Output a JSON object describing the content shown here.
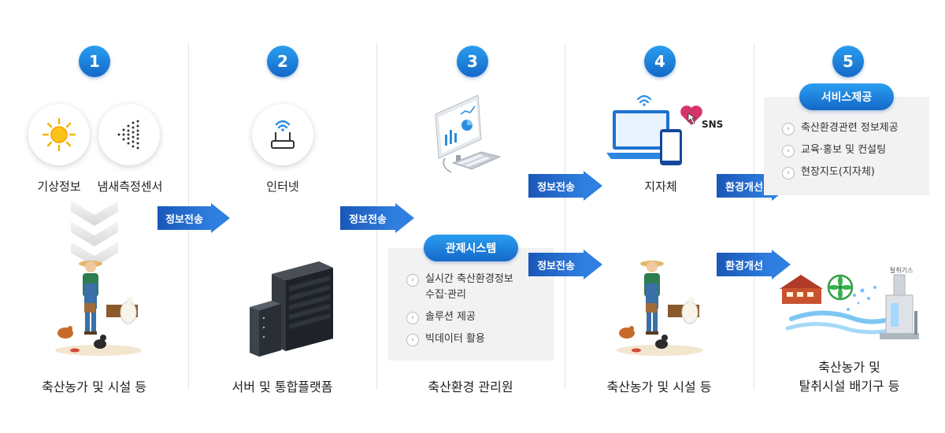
{
  "steps": [
    {
      "num": "1",
      "labels": [
        "기상정보",
        "냄새측정센서"
      ],
      "bottom": "축산농가 및 시설 등"
    },
    {
      "num": "2",
      "labels": [
        "인터넷"
      ],
      "bottom": "서버 및 통합플랫폼"
    },
    {
      "num": "3",
      "bottom": "축산환경 관리원",
      "box": {
        "title": "관제시스템",
        "items": [
          "실시간 축산환경정보\n수집·관리",
          "솔루션 제공",
          "빅데이터 활용"
        ]
      }
    },
    {
      "num": "4",
      "labels": [
        "지자체"
      ],
      "sns": "SNS",
      "bottom": "축산농가 및 시설 등"
    },
    {
      "num": "5",
      "bottom": "축산농가 및\n탈취시설 배기구 등",
      "box": {
        "title": "서비스제공",
        "items": [
          "축산환경관련 정보제공",
          "교육·홍보 및 컨설팅",
          "현장지도(지자체)"
        ]
      },
      "equipment_label": "탈취기스"
    }
  ],
  "arrows": {
    "a1": "정보전송",
    "a2": "정보전송",
    "a3": "정보전송",
    "a4": "정보전송",
    "a5": "환경개선",
    "a6": "환경개선"
  },
  "colors": {
    "accent": "#1a6fd0",
    "arrow": "#1f62c4",
    "box": "#f2f2f2"
  },
  "icons": [
    "sun-icon",
    "sensor-wave-icon",
    "wifi-router-icon",
    "monitor-icon",
    "server-icon",
    "laptop-icon",
    "phone-icon",
    "heart-sns-icon",
    "farmer-illustration",
    "farm-building-icon",
    "fan-icon",
    "deodorizer-icon"
  ]
}
